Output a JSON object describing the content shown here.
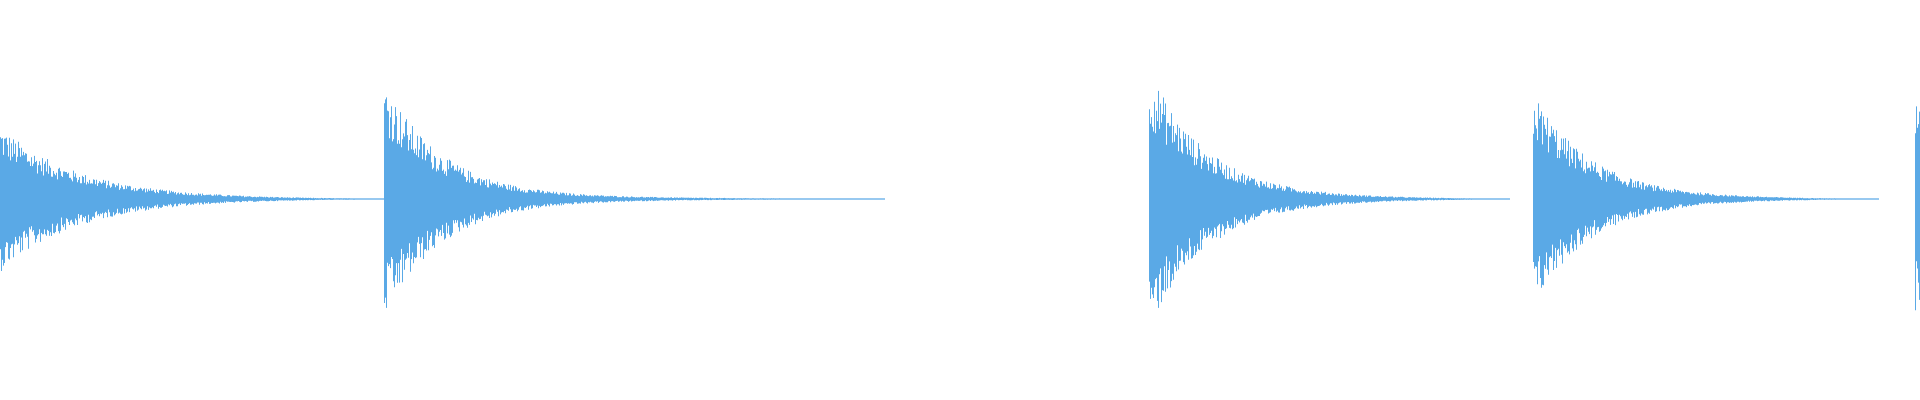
{
  "waveform": {
    "color": "#5aa9e6",
    "peak_scale": 1.0,
    "events": [
      {
        "t": 0.0,
        "amplitude": 0.55,
        "decay": 0.04,
        "tail": 0.012,
        "tail_length": 0.16
      },
      {
        "t": 0.2,
        "amplitude": 0.9,
        "decay": 0.03,
        "tail": 0.014,
        "tail_length": 0.3
      },
      {
        "t": 0.598,
        "amplitude": 1.0,
        "decay": 0.03,
        "tail": 0.016,
        "tail_length": 0.19
      },
      {
        "t": 0.798,
        "amplitude": 0.82,
        "decay": 0.03,
        "tail": 0.014,
        "tail_length": 0.17
      },
      {
        "t": 0.997,
        "amplitude": 0.88,
        "decay": 0.03,
        "tail": 0.014,
        "tail_length": 0.01
      }
    ]
  }
}
